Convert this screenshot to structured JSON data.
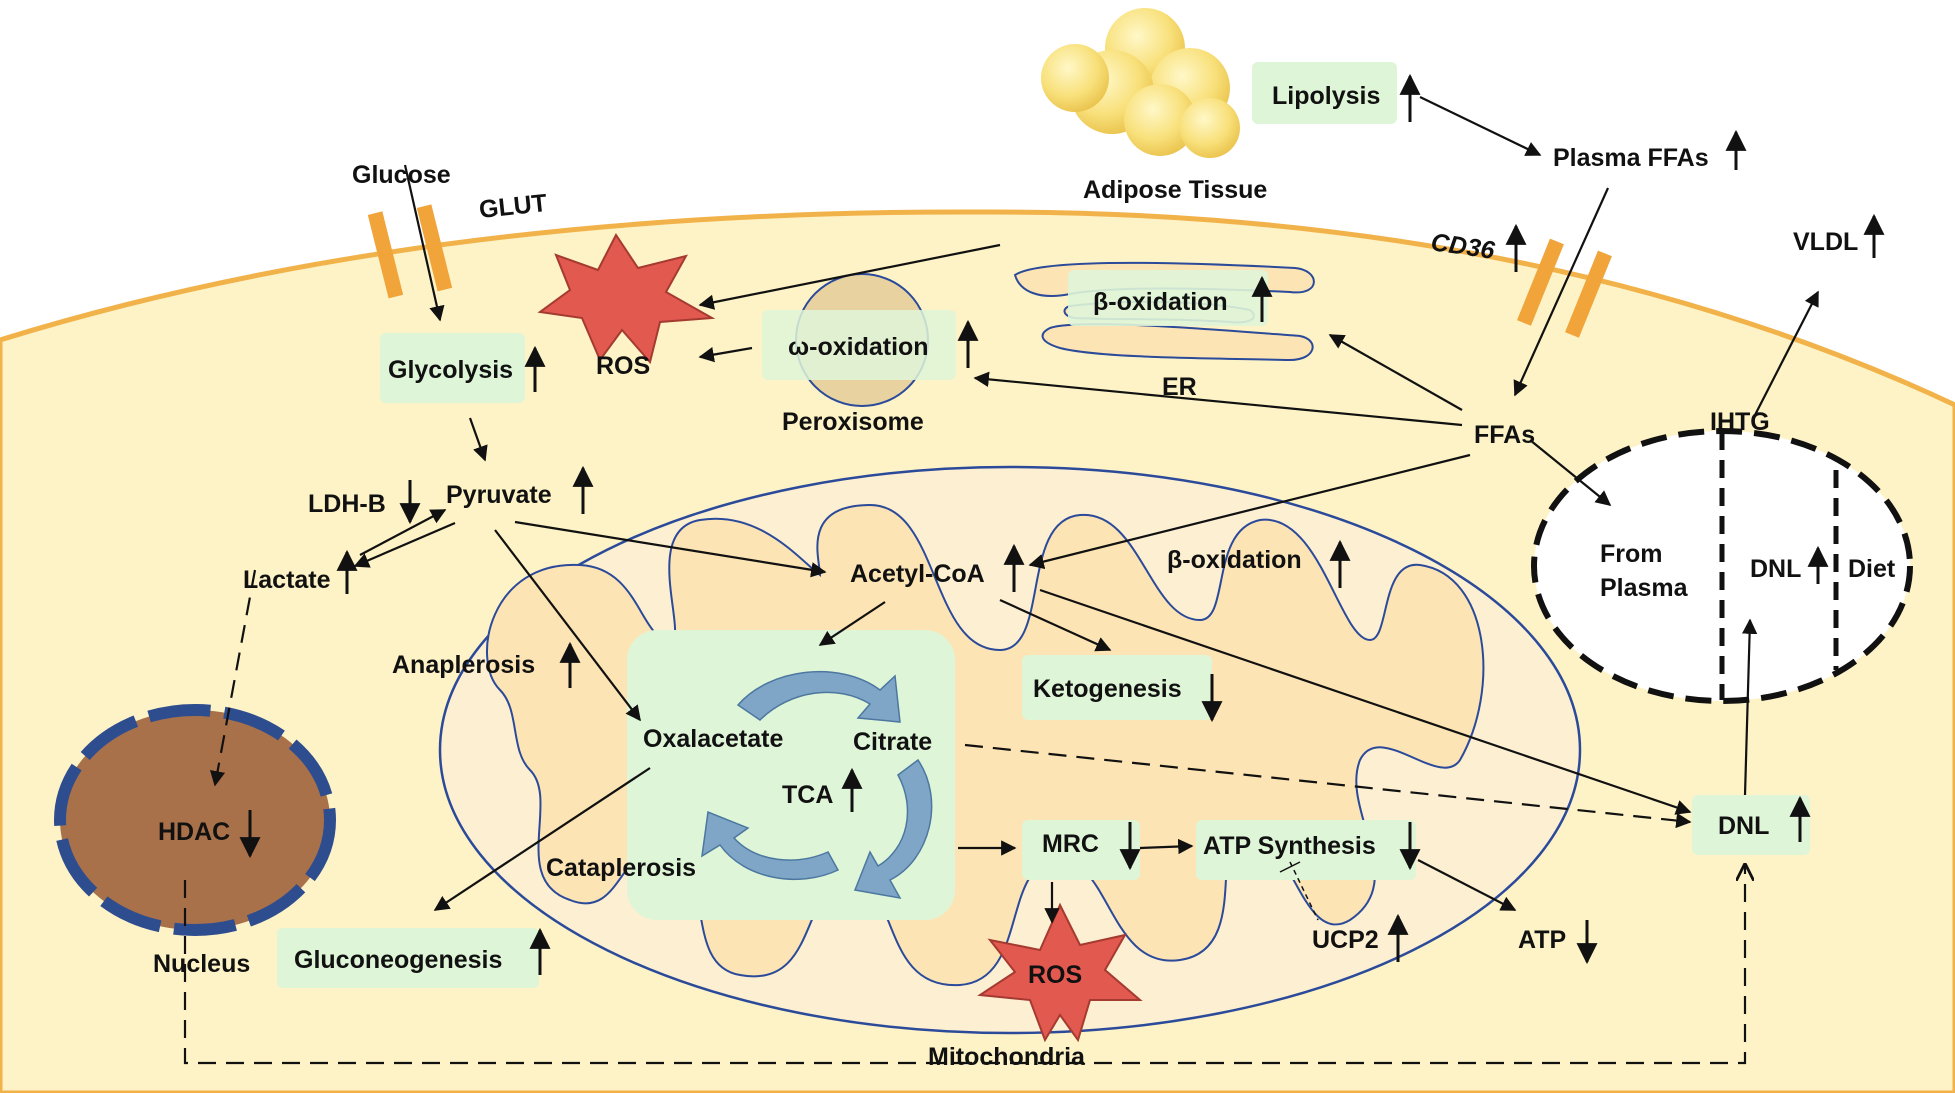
{
  "labels": {
    "glucose": "Glucose",
    "glut": "GLUT",
    "adipose": "Adipose  Tissue",
    "lipolysis": "Lipolysis",
    "plasma_ffas": "Plasma FFAs",
    "cd36": "CD36",
    "vldl": "VLDL",
    "beta_ox_er": "β-oxidation",
    "er": "ER",
    "omega_ox": "ω-oxidation",
    "peroxisome": "Peroxisome",
    "ros_top": "ROS",
    "glycolysis": "Glycolysis",
    "ffas": "FFAs",
    "ihtg": "IHTG",
    "from_plasma_1": "From",
    "from_plasma_2": "Plasma",
    "dnl_ihtg": "DNL",
    "diet": "Diet",
    "ldhb": "LDH-B",
    "pyruvate": "Pyruvate",
    "lactate": "Lactate",
    "acetyl_coa": "Acetyl-CoA",
    "beta_ox_mito": "β-oxidation",
    "anaplerosis": "Anaplerosis",
    "ketogenesis": "Ketogenesis",
    "oxalacetate": "Oxalacetate",
    "citrate": "Citrate",
    "tca": "TCA",
    "hdac": "HDAC",
    "mrc": "MRC",
    "atp_synthesis": "ATP Synthesis",
    "cataplerosis": "Cataplerosis",
    "dnl_right": "DNL",
    "nucleus": "Nucleus",
    "gluconeogenesis": "Gluconeogenesis",
    "ucp2": "UCP2",
    "atp": "ATP",
    "ros_mito": "ROS",
    "mitochondria": "Mitochondria"
  },
  "indicators": {
    "lipolysis": "up",
    "plasma_ffas": "up",
    "cd36": "up",
    "vldl": "up",
    "beta_ox_er": "up",
    "omega_ox": "up",
    "glycolysis": "up",
    "pyruvate": "up",
    "ldhb": "down",
    "lactate": "up",
    "acetyl_coa": "up",
    "beta_ox_mito": "up",
    "anaplerosis": "up",
    "ketogenesis": "down",
    "tca": "up",
    "hdac": "down",
    "mrc": "down",
    "atp_synthesis": "down",
    "dnl_right": "up",
    "dnl_ihtg": "up",
    "gluconeogenesis": "up",
    "ucp2": "up",
    "atp": "down"
  },
  "colors": {
    "cytoplasm": "#fdf3c6",
    "cell_border": "#f2b24a",
    "mito_outer": "#fcefd2",
    "mito_inner": "#fde4b4",
    "membrane_line": "#2b4a9a",
    "green_box": "#dff5d8",
    "ros": "#e2594f",
    "nucleus": "#a9714a",
    "nucleus_border": "#2e4d8f",
    "channel": "#f0a43a",
    "tca_arrow": "#7fa6c6"
  }
}
